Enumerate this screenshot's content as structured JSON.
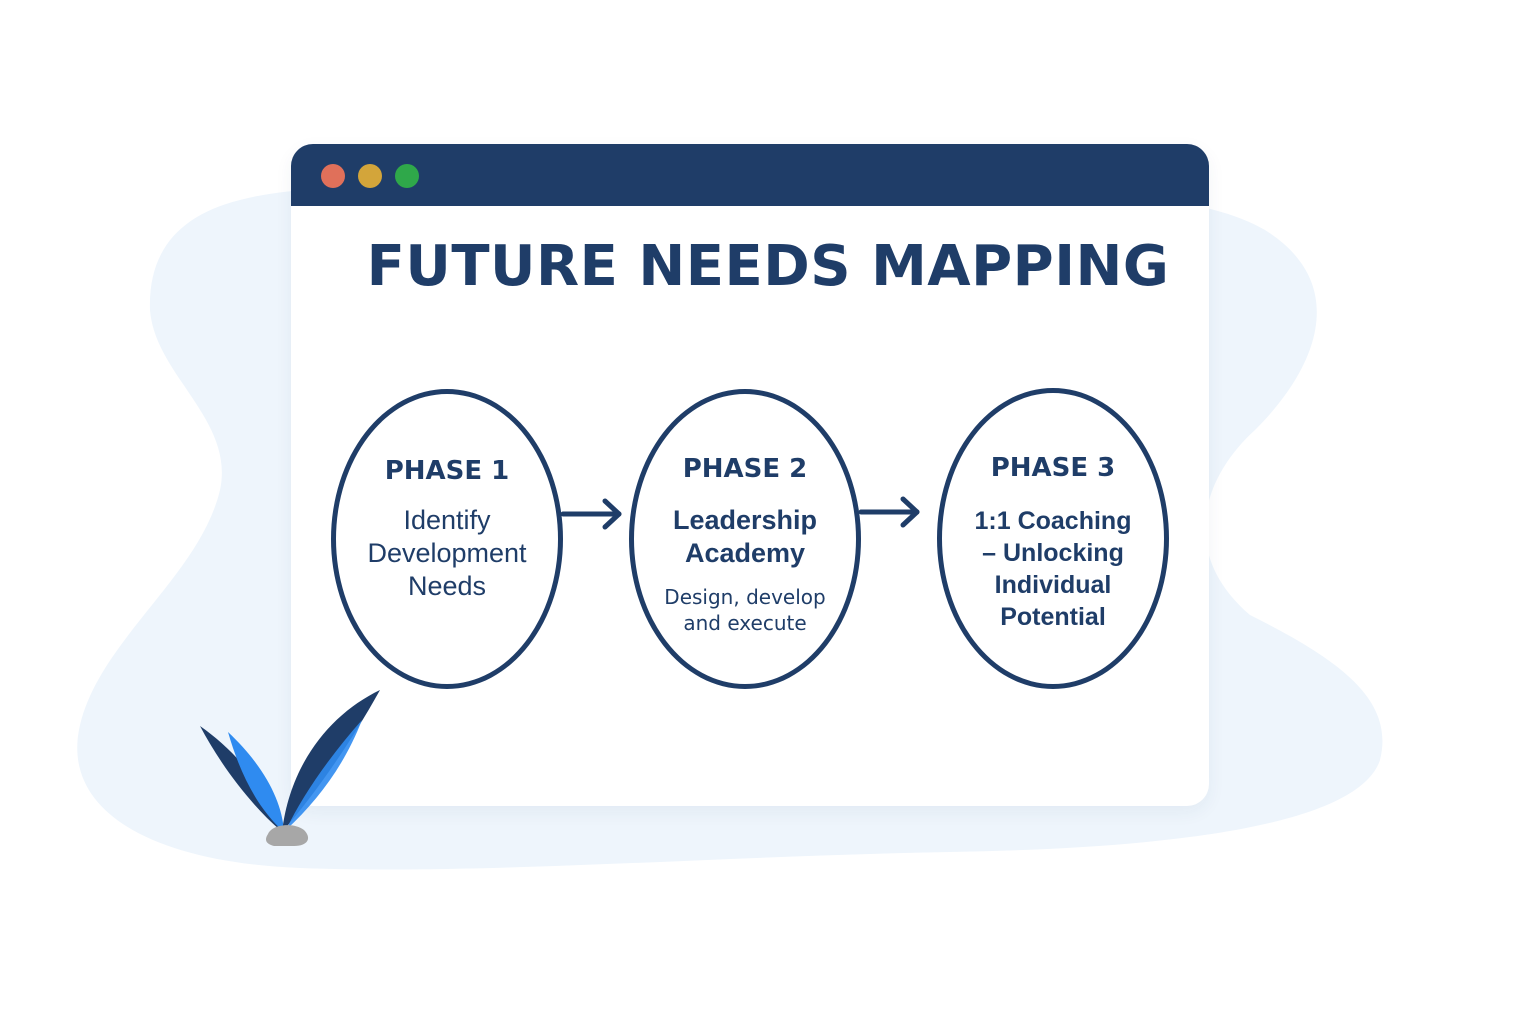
{
  "title": "FUTURE NEEDS MAPPING",
  "colors": {
    "primary": "#1f3d68",
    "background_blob": "#eef5fc",
    "accent": "#2f8bf0"
  },
  "window_controls": [
    "close",
    "minimize",
    "maximize"
  ],
  "phases": [
    {
      "label": "PHASE 1",
      "name": "Identify Development Needs",
      "description": ""
    },
    {
      "label": "PHASE 2",
      "name": "Leadership Academy",
      "description": "Design, develop and execute"
    },
    {
      "label": "PHASE 3",
      "name": "1:1 Coaching – Unlocking Individual Potential",
      "description": ""
    }
  ]
}
